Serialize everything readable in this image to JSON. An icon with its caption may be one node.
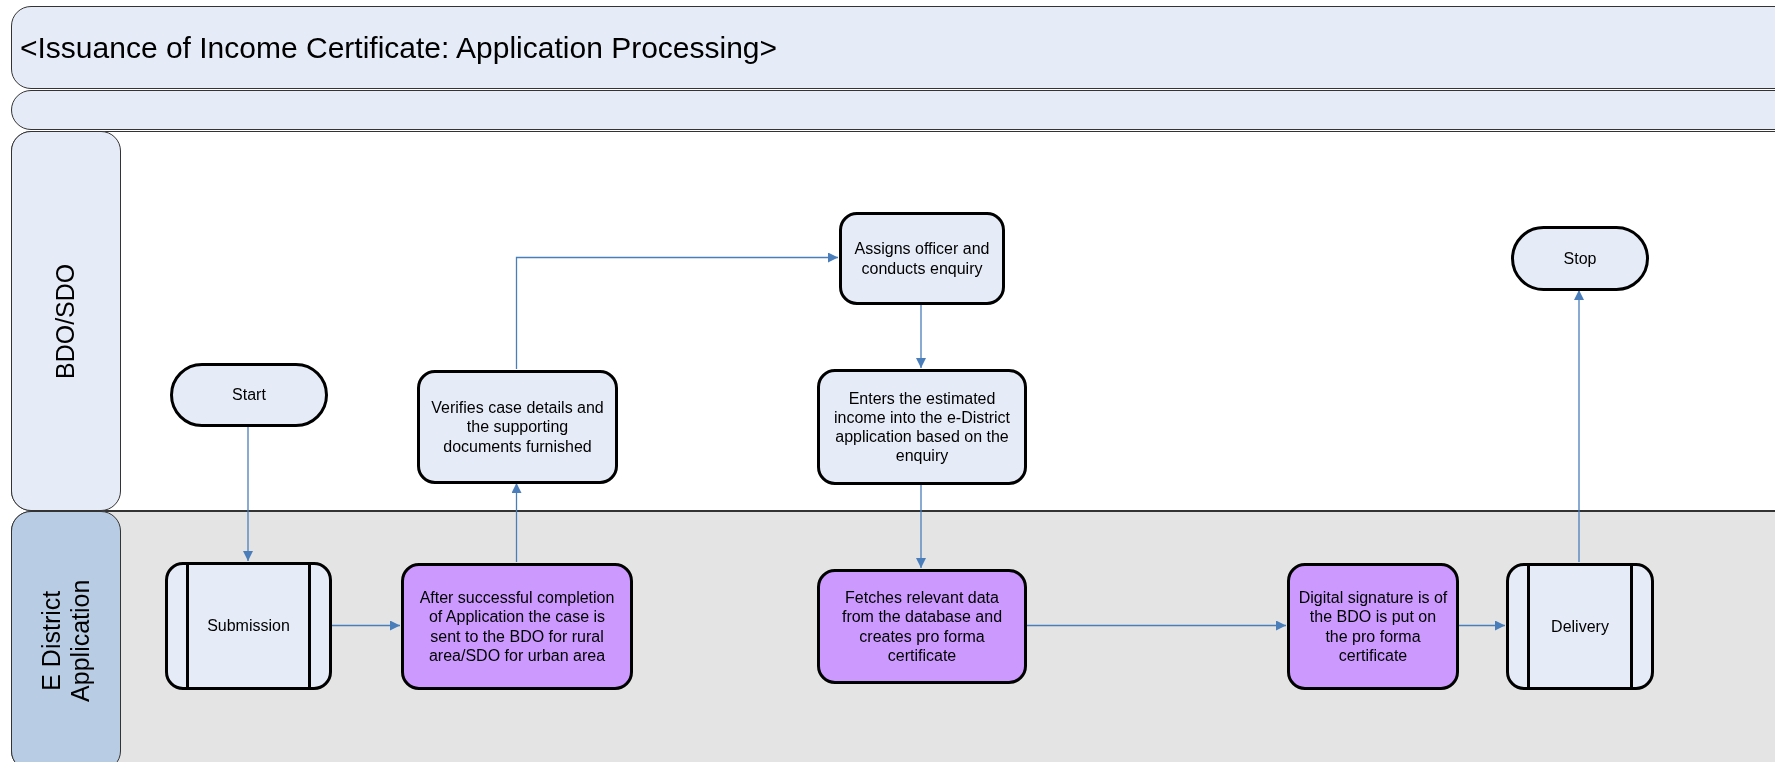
{
  "diagram": {
    "title": "<Issuance of Income Certificate: Application Processing>",
    "nodes": [
      {
        "text": [
          "BDO/SDO"
        ]
      },
      {
        "text": [
          "E District Application"
        ]
      },
      {
        "text": [
          "Assigns officer and conducts enquiry"
        ],
        "in": 0
      },
      {
        "text": [
          "Stop"
        ],
        "in": 0
      },
      {
        "text": [
          "Start"
        ],
        "in": 0
      },
      {
        "text": [
          "Verifies case details and  the supporting documents furnished"
        ],
        "in": 0
      },
      {
        "text": [
          "Enters the estimated income into the e-District application based on the enquiry"
        ],
        "in": 0
      },
      {
        "text": [
          "Submission"
        ],
        "in": 1
      },
      {
        "text": [
          "After successful completion of Application the case is sent to the BDO for rural area/SDO for urban area"
        ],
        "in": 1
      },
      {
        "text": [
          "Fetches relevant data from the database and creates pro forma certificate"
        ],
        "in": 1
      },
      {
        "text": [
          "Digital signature is of the BDO is put on the pro forma certificate"
        ],
        "in": 1
      },
      {
        "text": [
          "Delivery"
        ],
        "in": 1
      }
    ],
    "edges": [
      {
        "from": 4,
        "to": 7,
        "arrow": "to"
      },
      {
        "from": 7,
        "to": 8,
        "arrow": "to"
      },
      {
        "from": 8,
        "to": 5,
        "arrow": "to"
      },
      {
        "from": 5,
        "to": 2,
        "arrow": "to"
      },
      {
        "from": 2,
        "to": 6,
        "arrow": "to"
      },
      {
        "from": 6,
        "to": 9,
        "arrow": "to"
      },
      {
        "from": 9,
        "to": 10,
        "arrow": "to"
      },
      {
        "from": 10,
        "to": 11,
        "arrow": "to"
      },
      {
        "from": 11,
        "to": 3,
        "arrow": "to"
      }
    ]
  }
}
